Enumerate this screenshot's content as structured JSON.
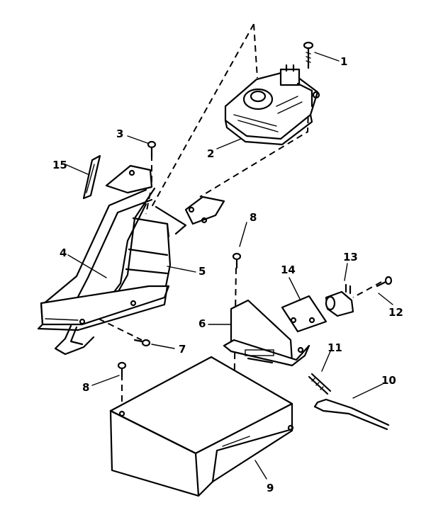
{
  "callouts": [
    {
      "id": "c1",
      "text": "1"
    },
    {
      "id": "c2",
      "text": "2"
    },
    {
      "id": "c3",
      "text": "3"
    },
    {
      "id": "c4",
      "text": "4"
    },
    {
      "id": "c5",
      "text": "5"
    },
    {
      "id": "c6",
      "text": "6"
    },
    {
      "id": "c7",
      "text": "7"
    },
    {
      "id": "c8a",
      "text": "8"
    },
    {
      "id": "c8b",
      "text": "8"
    },
    {
      "id": "c9",
      "text": "9"
    },
    {
      "id": "c10",
      "text": "10"
    },
    {
      "id": "c11",
      "text": "11"
    },
    {
      "id": "c12",
      "text": "12"
    },
    {
      "id": "c13",
      "text": "13"
    },
    {
      "id": "c14",
      "text": "14"
    },
    {
      "id": "c15",
      "text": "15"
    }
  ]
}
